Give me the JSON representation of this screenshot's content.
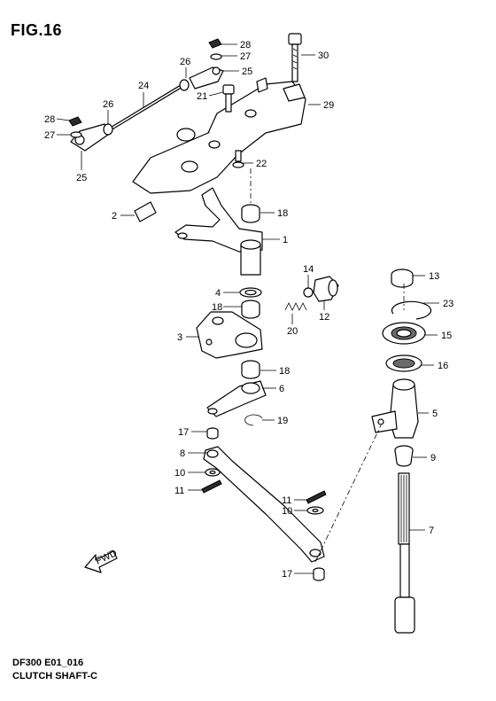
{
  "header": {
    "figure_label": "FIG.16"
  },
  "footer": {
    "model_line": "DF300 E01_016",
    "title_line": "CLUTCH SHAFT-C"
  },
  "fwd_arrow_text": "FWD",
  "callouts": {
    "c28a": "28",
    "c27a": "27",
    "c26a": "26",
    "c25a": "25",
    "c30": "30",
    "c24": "24",
    "c21": "21",
    "c29": "29",
    "c28b": "28",
    "c26b": "26",
    "c27b": "27",
    "c25b": "25",
    "c22": "22",
    "c2": "2",
    "c18a": "18",
    "c1": "1",
    "c14": "14",
    "c4": "4",
    "c18b": "18",
    "c12": "12",
    "c20": "20",
    "c3": "3",
    "c18c": "18",
    "c6": "6",
    "c19": "19",
    "c17a": "17",
    "c8": "8",
    "c10a": "10",
    "c11a": "11",
    "c11b": "11",
    "c10b": "10",
    "c17b": "17",
    "c13": "13",
    "c23": "23",
    "c15": "15",
    "c16": "16",
    "c5": "5",
    "c9": "9",
    "c7": "7"
  }
}
